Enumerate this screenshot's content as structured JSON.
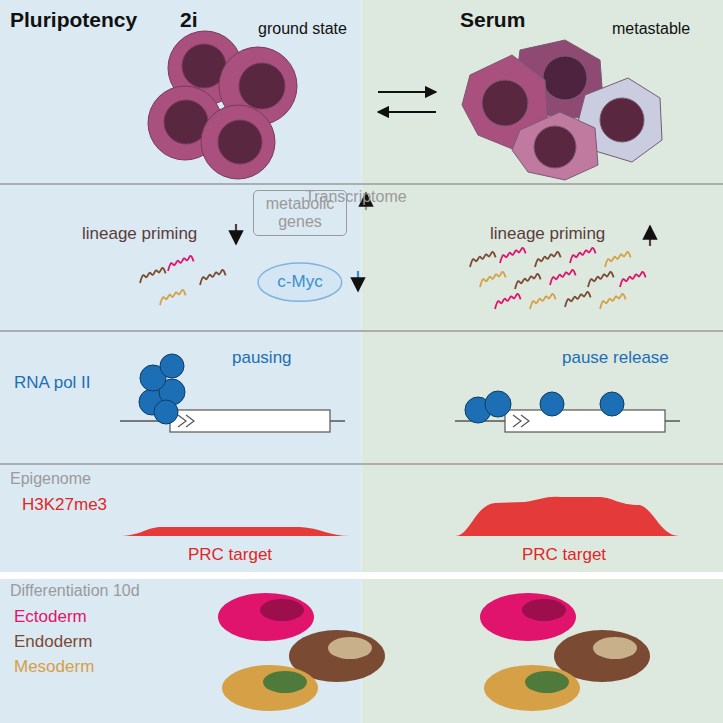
{
  "diagram": {
    "nodes": [
      {
        "text": [
          "metabolic genes"
        ]
      },
      {
        "text": [
          "c-Myc"
        ]
      }
    ],
    "labels": [
      "Pluripotency",
      "2i",
      "ground state",
      "Serum",
      "metastable",
      "Transcriptome",
      "lineage priming",
      "lineage priming",
      "RNA pol II",
      "pausing",
      "pause release",
      "Epigenome",
      "H3K27me3",
      "PRC target",
      "PRC target",
      "Differentiation 10d",
      "Ectoderm",
      "Endoderm",
      "Mesoderm"
    ]
  }
}
